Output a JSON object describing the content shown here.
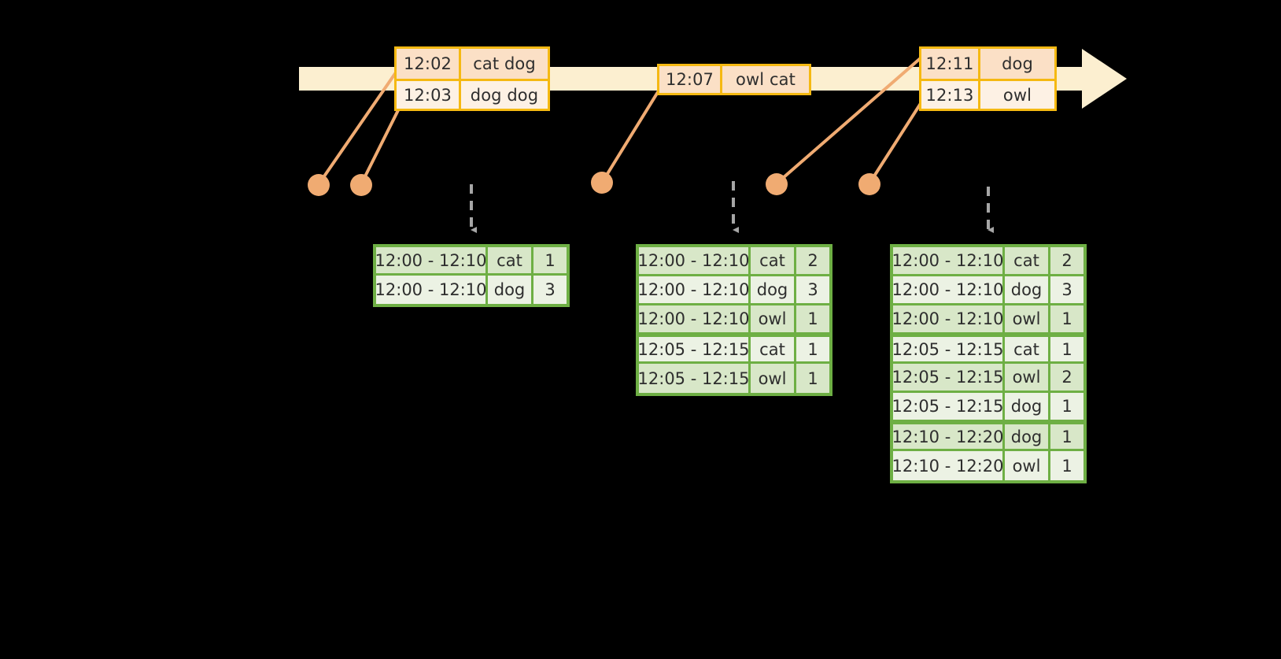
{
  "diagram": {
    "title": "sliding-window-event-aggregation",
    "colors": {
      "background": "#000000",
      "timeline_fill": "#FCEFD0",
      "event_border": "#F5B912",
      "event_fill_shade": "#FBE0C6",
      "event_fill_plain": "#FDF1E4",
      "connector": "#F0AB72",
      "table_border": "#6EAF44",
      "table_fill_shade": "#D8E7C8",
      "table_fill_plain": "#ECF2E4",
      "arrow_gray": "#A6A6A6"
    }
  },
  "timeline": {
    "name": "event-stream-timeline",
    "arrow_direction": "right"
  },
  "events": [
    {
      "name": "event-box-1",
      "rows": [
        {
          "time": "12:02",
          "payload": "cat dog"
        },
        {
          "time": "12:03",
          "payload": "dog dog"
        }
      ]
    },
    {
      "name": "event-box-2",
      "rows": [
        {
          "time": "12:07",
          "payload": "owl cat"
        }
      ]
    },
    {
      "name": "event-box-3",
      "rows": [
        {
          "time": "12:11",
          "payload": "dog"
        },
        {
          "time": "12:13",
          "payload": "owl"
        }
      ]
    }
  ],
  "connectors": [
    {
      "name": "connector-dot-1"
    },
    {
      "name": "connector-dot-2"
    },
    {
      "name": "connector-dot-3"
    },
    {
      "name": "connector-dot-4"
    },
    {
      "name": "connector-dot-5"
    }
  ],
  "results": [
    {
      "name": "result-table-1",
      "rows": [
        {
          "window": "12:00 - 12:10",
          "word": "cat",
          "count": "1",
          "group": 0
        },
        {
          "window": "12:00 - 12:10",
          "word": "dog",
          "count": "3",
          "group": 0
        }
      ]
    },
    {
      "name": "result-table-2",
      "rows": [
        {
          "window": "12:00 - 12:10",
          "word": "cat",
          "count": "2",
          "group": 0
        },
        {
          "window": "12:00 - 12:10",
          "word": "dog",
          "count": "3",
          "group": 0
        },
        {
          "window": "12:00 - 12:10",
          "word": "owl",
          "count": "1",
          "group": 0
        },
        {
          "window": "12:05 - 12:15",
          "word": "cat",
          "count": "1",
          "group": 1
        },
        {
          "window": "12:05 - 12:15",
          "word": "owl",
          "count": "1",
          "group": 1
        }
      ]
    },
    {
      "name": "result-table-3",
      "rows": [
        {
          "window": "12:00 - 12:10",
          "word": "cat",
          "count": "2",
          "group": 0
        },
        {
          "window": "12:00 - 12:10",
          "word": "dog",
          "count": "3",
          "group": 0
        },
        {
          "window": "12:00 - 12:10",
          "word": "owl",
          "count": "1",
          "group": 0
        },
        {
          "window": "12:05 - 12:15",
          "word": "cat",
          "count": "1",
          "group": 1
        },
        {
          "window": "12:05 - 12:15",
          "word": "owl",
          "count": "2",
          "group": 1
        },
        {
          "window": "12:05 - 12:15",
          "word": "dog",
          "count": "1",
          "group": 1
        },
        {
          "window": "12:10 - 12:20",
          "word": "dog",
          "count": "1",
          "group": 2
        },
        {
          "window": "12:10 - 12:20",
          "word": "owl",
          "count": "1",
          "group": 2
        }
      ]
    }
  ]
}
